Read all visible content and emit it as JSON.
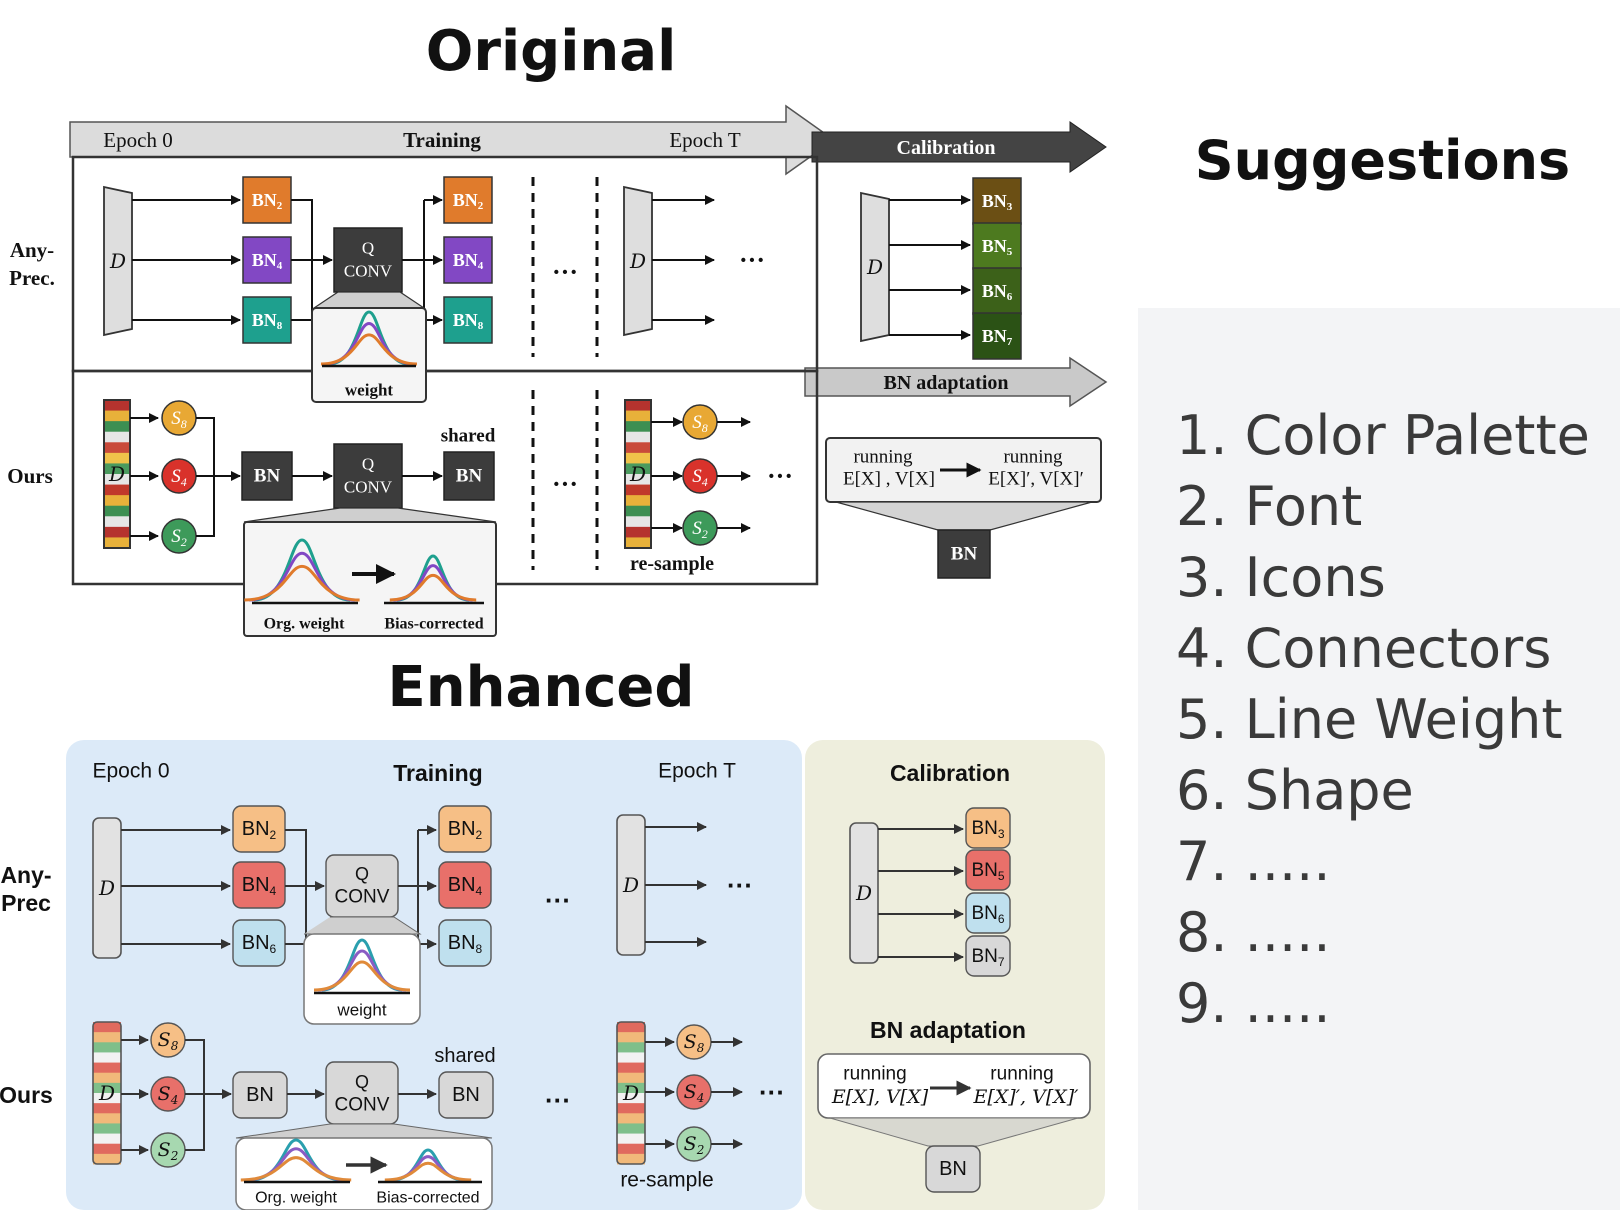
{
  "header": {
    "original_label": "Original",
    "enhanced_label": "Enhanced",
    "suggestions_label": "Suggestions"
  },
  "colors": {
    "original_pill": "#fcefc9",
    "enhanced_pill": "#9fc3c3",
    "suggestions_pill": "#c8d9f5",
    "enh_training_bg": "#dceaf8",
    "enh_calibration_bg": "#eeeedd",
    "orig_bn2": "#e07b2c",
    "orig_bn4": "#8248c4",
    "orig_bn8": "#1ea08e",
    "orig_bn3": "#6b4f14",
    "orig_bn5": "#4d7a1f",
    "orig_bn6": "#3c6119",
    "orig_bn7": "#2b5215",
    "enh_orange": "#f6bf86",
    "enh_red": "#e8706a",
    "enh_blue": "#bfe0ee",
    "enh_gray": "#d8d8d8"
  },
  "suggestions": {
    "items": [
      "1. Color Palette",
      "2. Font",
      "3. Icons",
      "4. Connectors",
      "5. Line Weight",
      "6. Shape",
      "7.  .....",
      "8. .....",
      "9. ....."
    ]
  },
  "original": {
    "epoch0": "Epoch 0",
    "training": "Training",
    "epochT": "Epoch T",
    "calibration": "Calibration",
    "bn_adaptation": "BN adaptation",
    "row_anyprec_1": "Any-",
    "row_anyprec_2": "Prec.",
    "row_ours": "Ours",
    "d": "D",
    "bn_letters": "BN",
    "sub2": "2",
    "sub4": "4",
    "sub8": "8",
    "sub3": "3",
    "sub5": "5",
    "sub6": "6",
    "sub7": "7",
    "q": "Q",
    "conv": "CONV",
    "weight": "weight",
    "shared": "shared",
    "bn": "BN",
    "s": "S",
    "ellipsis": "···",
    "resample": "re-sample",
    "org_weight": "Org. weight",
    "bias_corrected": "Bias-corrected",
    "running": "running",
    "ex_vx": "E[X] , V[X]",
    "ex_vx_prime": "E[X]′, V[X]′"
  },
  "enhanced": {
    "epoch0": "Epoch 0",
    "training": "Training",
    "epochT": "Epoch T",
    "calibration": "Calibration",
    "bn_adaptation": "BN adaptation",
    "row_anyprec_1": "Any-",
    "row_anyprec_2": "Prec",
    "row_ours": "Ours",
    "d": "D",
    "bn_letters": "BN",
    "sub2": "2",
    "sub4": "4",
    "sub6": "6",
    "sub8": "8",
    "sub3": "3",
    "sub5": "5",
    "sub7": "7",
    "q": "Q",
    "conv": "CONV",
    "weight": "weight",
    "shared": "shared",
    "bn": "BN",
    "s": "S",
    "ellipsis": "···",
    "resample": "re-sample",
    "org_weight": "Org. weight",
    "bias_corrected": "Bias-corrected",
    "running": "running",
    "ex_vx": "E[X], V[X]",
    "ex_vx_prime": "E[X]′, V[X]′"
  }
}
